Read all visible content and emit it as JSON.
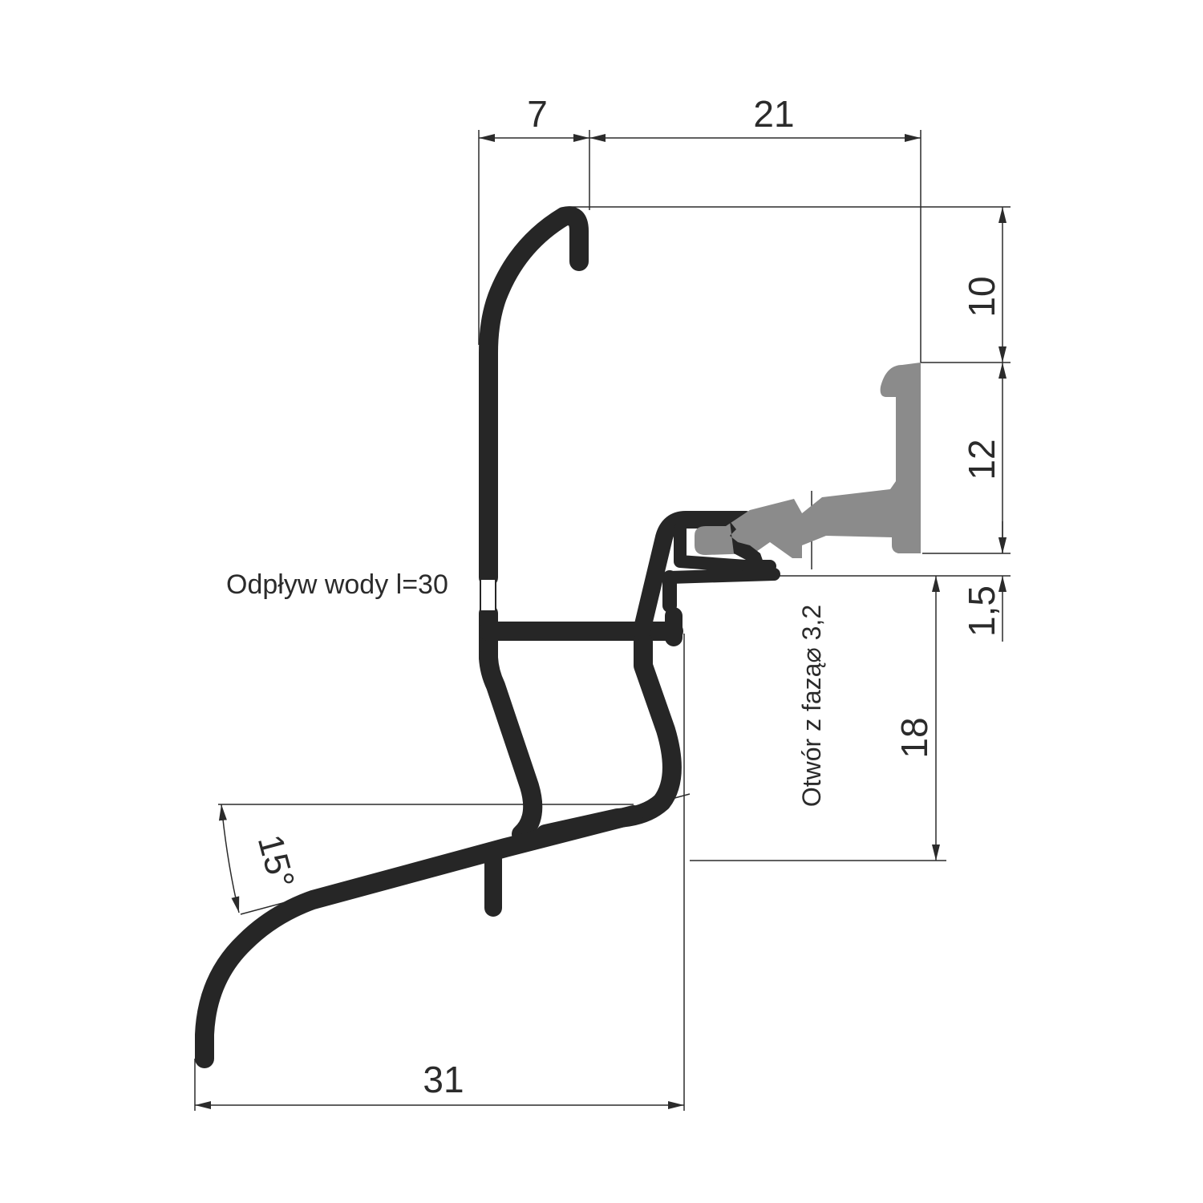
{
  "colors": {
    "profile": "#262626",
    "gasket": "#8b8b8b",
    "lines": "#2b2b2b",
    "background": "#ffffff"
  },
  "dimensions": {
    "top_left_width": "7",
    "top_right_width": "21",
    "right_upper_height": "10",
    "right_middle_height": "12",
    "right_lower_height": "1,5",
    "inner_height": "18",
    "bottom_width": "31",
    "angle": "15°"
  },
  "labels": {
    "drainage": "Odpływ wody l=30",
    "hole": "Otwór z fazą⌀ 3,2"
  }
}
